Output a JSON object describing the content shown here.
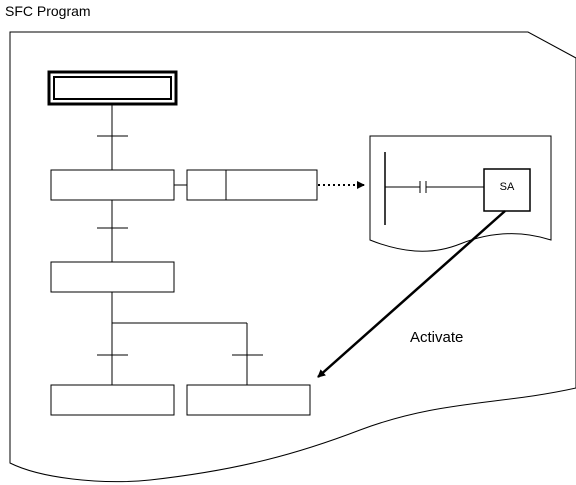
{
  "title": "SFC Program",
  "ladder_block": {
    "coil_label": "SA"
  },
  "arrow_label": "Activate"
}
